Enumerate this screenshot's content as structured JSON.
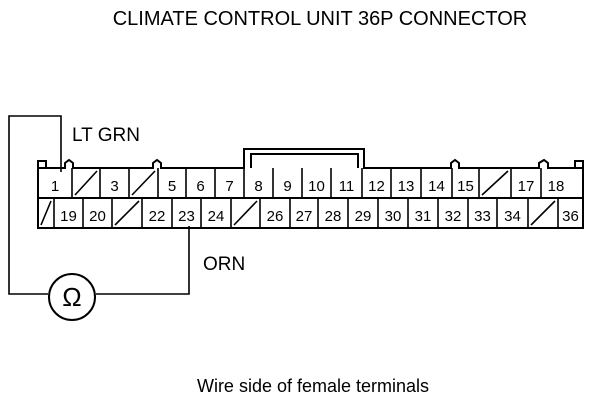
{
  "title": "CLIMATE CONTROL UNIT 36P CONNECTOR",
  "caption": "Wire side of female terminals",
  "wire_labels": {
    "top": "LT GRN",
    "bottom": "ORN"
  },
  "meter_symbol": "Ω",
  "connector": {
    "top_row": [
      "1",
      "/",
      "3",
      "/",
      "5",
      "6",
      "7",
      "8",
      "9",
      "10",
      "11",
      "12",
      "13",
      "14",
      "15",
      "/",
      "17",
      "18"
    ],
    "bottom_row": [
      "/",
      "19",
      "20",
      "/",
      "22",
      "23",
      "24",
      "/",
      "26",
      "27",
      "28",
      "29",
      "30",
      "31",
      "32",
      "33",
      "34",
      "/",
      "36"
    ]
  }
}
